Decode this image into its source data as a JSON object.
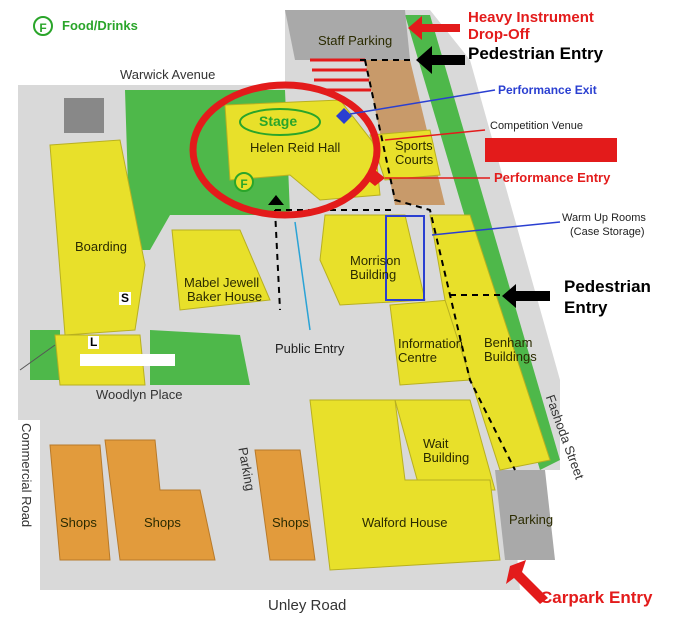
{
  "legend": {
    "icon_letter": "F",
    "label": "Food/Drinks"
  },
  "roads": {
    "warwick": "Warwick Avenue",
    "woodlyn": "Woodlyn Place",
    "commercial": "Commercial Road",
    "parking_road": "Parking",
    "fashoda": "Fashoda Street",
    "unley": "Unley Road"
  },
  "buildings": {
    "staff_parking": "Staff Parking",
    "stage": "Stage",
    "helen_reid": "Helen Reid Hall",
    "food_icon": "F",
    "sports_1": "Sports",
    "sports_2": "Courts",
    "boarding": "Boarding",
    "s_marker": "S",
    "l_marker": "L",
    "mabel_1": "Mabel Jewell",
    "mabel_2": "Baker House",
    "morrison_1": "Morrison",
    "morrison_2": "Building",
    "info_1": "Information",
    "info_2": "Centre",
    "benham_1": "Benham",
    "benham_2": "Buildings",
    "wait_1": "Wait",
    "wait_2": "Building",
    "shops_1": "Shops",
    "shops_2": "Shops",
    "shops_3": "Shops",
    "walford": "Walford House",
    "parking": "Parking"
  },
  "callouts": {
    "heavy_1": "Heavy Instrument",
    "heavy_2": "Drop-Off",
    "ped_entry_top": "Pedestrian Entry",
    "perf_exit": "Performance Exit",
    "comp_venue": "Competition Venue",
    "perf_entry": "Performance Entry",
    "warmup_1": "Warm Up Rooms",
    "warmup_2": "(Case Storage)",
    "ped_entry_right_1": "Pedestrian",
    "ped_entry_right_2": "Entry",
    "public_entry": "Public Entry",
    "carpark_entry": "Carpark Entry"
  },
  "colors": {
    "building": "#e8e02a",
    "shops": "#e29b3c",
    "grass": "#4eb84a",
    "ground": "#d9d9d9",
    "paving": "#c89a6a",
    "parking": "#a9a9a9",
    "highlight_red": "#e31b1b",
    "highlight_blue": "#2a3fd1"
  },
  "icons": {
    "legend": "food-drinks-icon",
    "arrows": "direction-arrow-icon"
  }
}
